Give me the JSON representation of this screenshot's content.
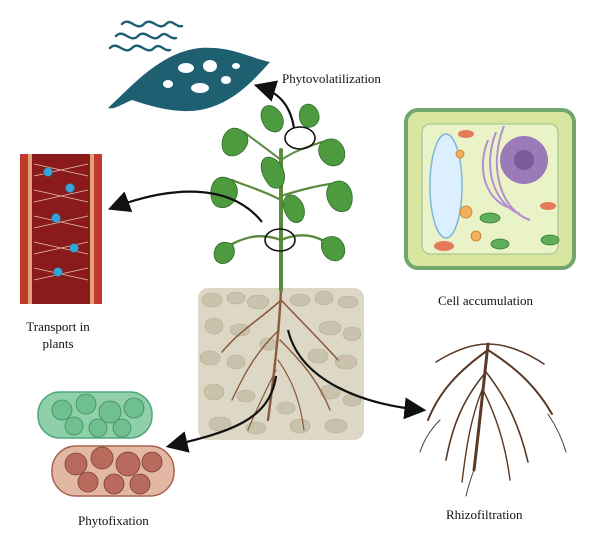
{
  "labels": {
    "phytovolatilization": "Phytovolatilization",
    "cell_accumulation": "Cell accumulation",
    "transport_line1": "Transport in",
    "transport_line2": "plants",
    "phytofixation": "Phytofixation",
    "rhizofiltration": "Rhizofiltration"
  },
  "colors": {
    "leaf": "#4e9a3f",
    "leaf_dark": "#2f6b2a",
    "stem": "#5a8a3c",
    "soil": "#d8d4c4",
    "root": "#8b5a3c",
    "vessel_wall": "#c0392b",
    "vessel_inner": "#8b1a1a",
    "particle": "#3aa3d6",
    "volatile_leaf": "#1f5f72",
    "cell_fill": "#d8e6a0",
    "cell_border": "#6fa86a",
    "nucleus": "#9b7ab8",
    "fix_green": "#8fd0a8",
    "fix_red": "#b86b5c",
    "arrow": "#111111"
  }
}
